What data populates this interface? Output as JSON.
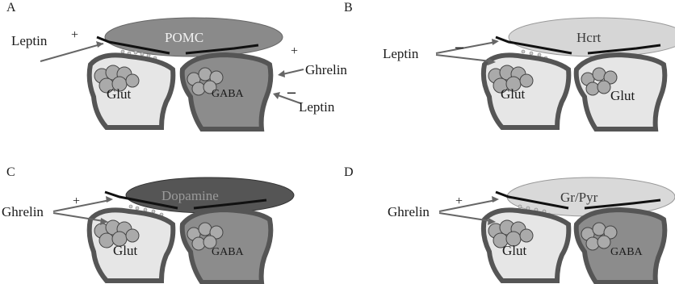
{
  "panels": [
    {
      "letter": "A",
      "top_neuron": "POMC",
      "top_color": "#8a8a8a",
      "top_text_color": "#f2f2f2",
      "left_cell": "Glut",
      "left_cell_color": "#e6e6e6",
      "right_cell": "GABA",
      "right_cell_color": "#8c8c8c",
      "inputs": [
        {
          "label": "Leptin",
          "sign": "+"
        },
        {
          "label": "Ghrelin",
          "sign": "+"
        },
        {
          "label": "Leptin",
          "sign": "–"
        }
      ]
    },
    {
      "letter": "B",
      "top_neuron": "Hcrt",
      "top_color": "#d6d6d6",
      "top_text_color": "#3a3a3a",
      "left_cell": "Glut",
      "left_cell_color": "#e6e6e6",
      "right_cell": "Glut",
      "right_cell_color": "#e6e6e6",
      "inputs": [
        {
          "label": "Leptin",
          "sign": "–"
        }
      ]
    },
    {
      "letter": "C",
      "top_neuron": "Dopamine",
      "top_color": "#555555",
      "top_text_color": "#9a9a9a",
      "left_cell": "Glut",
      "left_cell_color": "#e6e6e6",
      "right_cell": "GABA",
      "right_cell_color": "#8c8c8c",
      "inputs": [
        {
          "label": "Ghrelin",
          "sign": "+"
        }
      ]
    },
    {
      "letter": "D",
      "top_neuron": "Gr/Pyr",
      "top_color": "#d9d9d9",
      "top_text_color": "#3a3a3a",
      "left_cell": "Glut",
      "left_cell_color": "#e6e6e6",
      "right_cell": "GABA",
      "right_cell_color": "#8c8c8c",
      "inputs": [
        {
          "label": "Ghrelin",
          "sign": "+"
        }
      ]
    }
  ]
}
